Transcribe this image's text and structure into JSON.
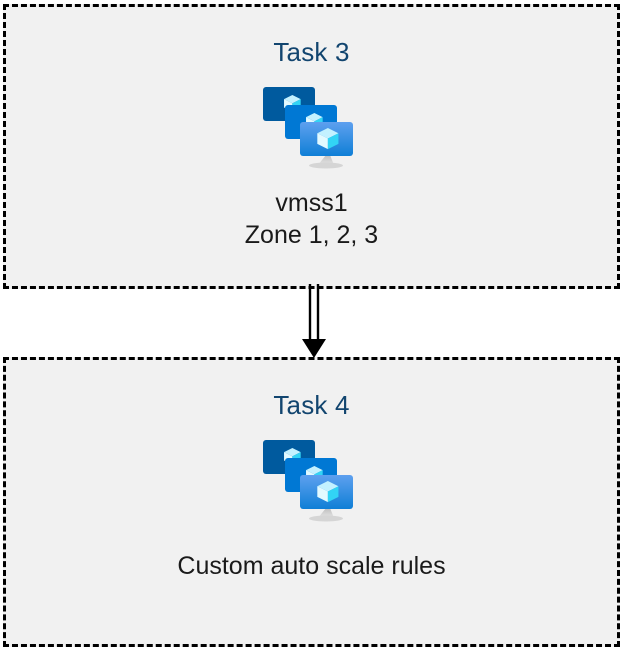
{
  "diagram": {
    "background_color": "#ffffff",
    "box_fill": "#f1f1f1",
    "box_border_color": "#000000",
    "box_border_style": "dashed",
    "title_color": "#12456f",
    "label_color": "#1a1a1a",
    "connector_color": "#000000"
  },
  "nodes": [
    {
      "id": "task3",
      "title": "Task 3",
      "icon": "vm-scale-set-icon",
      "label_lines": [
        "vmss1",
        "Zone 1, 2, 3"
      ],
      "label_text": "vmss1\nZone 1, 2, 3"
    },
    {
      "id": "task4",
      "title": "Task 4",
      "icon": "vm-scale-set-icon",
      "label_lines": [
        "Custom auto scale rules"
      ],
      "label_text": "Custom auto scale rules"
    }
  ],
  "connector": {
    "from": "task3",
    "to": "task4",
    "style": "double-line-with-arrowhead",
    "direction": "down"
  },
  "icon_palette": {
    "monitor_back": "#005A9E",
    "monitor_mid": "#0078D4",
    "monitor_front_top": "#5EA0EF",
    "monitor_front_bottom": "#0F7FD6",
    "cube_top": "#C3F1FF",
    "cube_left": "#E8FBFF",
    "cube_right": "#32D4F5",
    "stand": "#A8A8A8"
  }
}
